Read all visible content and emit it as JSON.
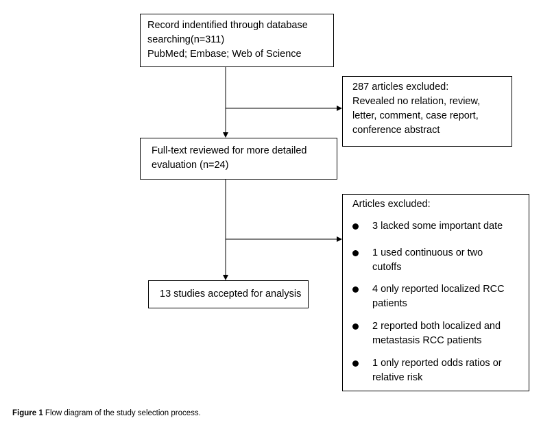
{
  "records_box": {
    "lines": [
      "Record indentified through database",
      "searching(n=311)",
      "PubMed; Embase; Web of Science"
    ]
  },
  "exclusion_1": {
    "lines": [
      "287 articles excluded:",
      "Revealed no relation, review,",
      "letter, comment, case report,",
      "conference abstract"
    ]
  },
  "fulltext_box": {
    "lines": [
      "Full-text reviewed for more detailed",
      "evaluation (n=24)"
    ]
  },
  "exclusion_2": {
    "title": "Articles excluded:",
    "reasons": [
      [
        "3 lacked some important date"
      ],
      [
        "1 used continuous or two",
        "cutoffs"
      ],
      [
        "4 only reported localized RCC",
        "patients"
      ],
      [
        "2 reported both localized and",
        "metastasis RCC patients"
      ],
      [
        "1 only reported odds ratios or",
        "relative risk"
      ]
    ]
  },
  "accepted_box": {
    "text": "13 studies accepted for analysis"
  },
  "caption": {
    "label": "Figure 1",
    "text": " Flow diagram of the study selection process."
  }
}
